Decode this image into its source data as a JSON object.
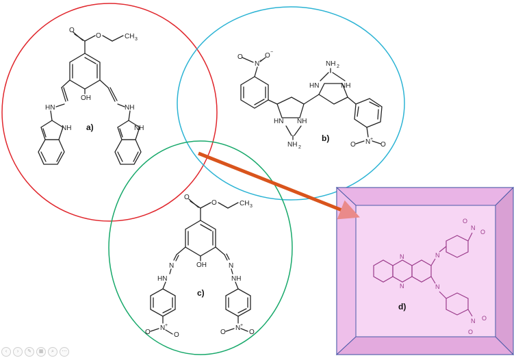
{
  "panels": {
    "a": {
      "label": "a)",
      "color": "#e0262c"
    },
    "b": {
      "label": "b)",
      "color": "#2bb3d4"
    },
    "c": {
      "label": "c)",
      "color": "#17a86a"
    },
    "d": {
      "label": "d)",
      "color": "#e6a8e6"
    }
  },
  "atoms": {
    "hn": "HN",
    "nh": "NH",
    "n": "N",
    "oh": "OH",
    "o": "O",
    "o_minus": "O",
    "minus": "−",
    "plus": "+",
    "nh2": "NH",
    "sub2": "2",
    "ch3": "CH",
    "sub3": "3",
    "no2_n": "N"
  },
  "arrow_color": "#d9541c",
  "toolbar": {
    "buttons": [
      "prev-icon",
      "next-icon",
      "pen-icon",
      "slides-icon",
      "zoom-icon",
      "more-icon"
    ],
    "glyphs": [
      "‹",
      "›",
      "✎",
      "▦",
      "⌕",
      "⋯"
    ]
  }
}
